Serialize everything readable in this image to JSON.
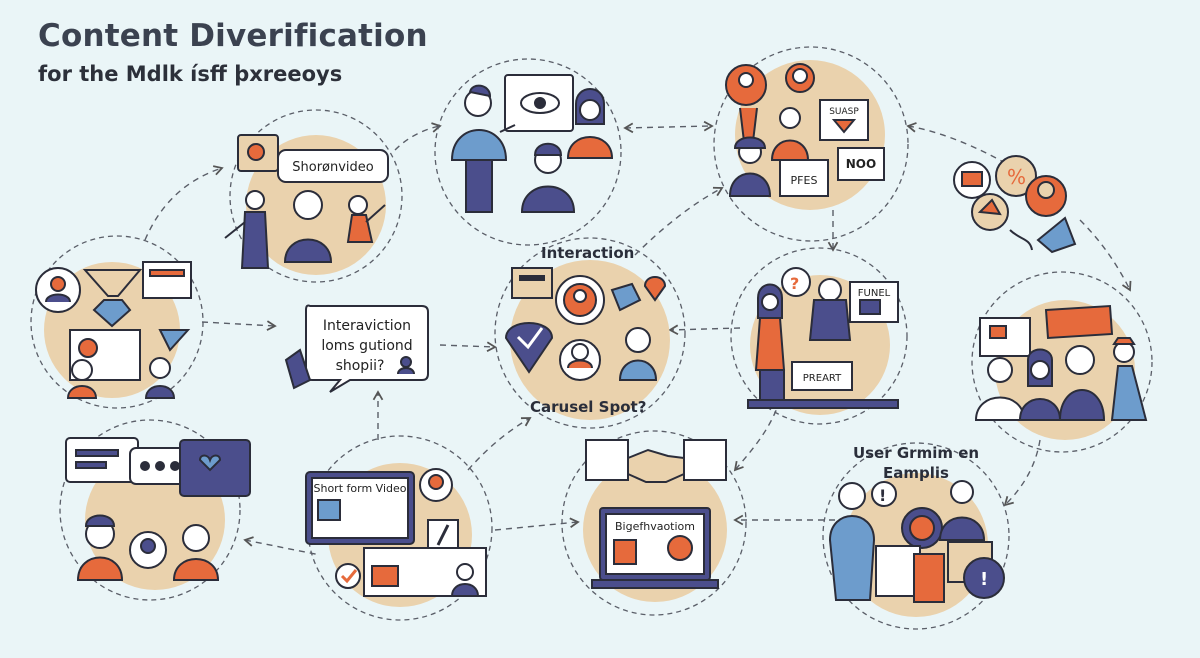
{
  "header": {
    "title": "Content Diverification",
    "subtitle": "for  the Mdlk ísff þxreeoys"
  },
  "labels": {
    "short_video_bubble": "Shorønvideo",
    "interaction": "Interaction",
    "interaction_bubble_1": "Interaviction",
    "interaction_bubble_2": "loms gutiond",
    "interaction_bubble_3": "shopii?",
    "carousel": "Carusel Spot?",
    "snap_badge": "SUASP",
    "noo_badge": "NOO",
    "pfes_badge": "PFES",
    "funel_badge": "FUNEL",
    "preart_badge": "PREART",
    "short_form_video": "Short form Video",
    "big_screen": "Bigefhvaotiom",
    "user_1": "User Grmim en",
    "user_2": "Eamplis"
  },
  "colors": {
    "navy": "#4b4e8c",
    "orange": "#e66a3c",
    "beige": "#ead2ad",
    "blue": "#6d9ccc",
    "outline": "#2b2d3a",
    "background": "#eaf5f7"
  },
  "icons": [
    "eye-icon",
    "heart-icon",
    "checkmark-icon",
    "location-pin-icon",
    "question-icon",
    "exclamation-icon",
    "handshake-icon",
    "percent-icon",
    "pencil-icon",
    "envelope-icon"
  ]
}
